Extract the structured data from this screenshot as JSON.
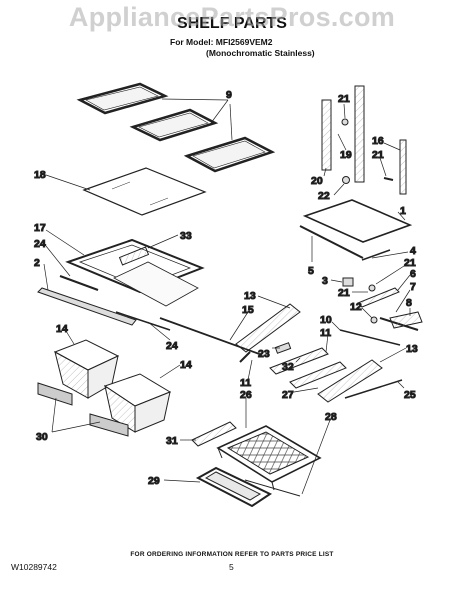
{
  "watermark": "AppliancePartsPros.com",
  "header": {
    "title": "SHELF PARTS",
    "model_line": "For Model: MFI2569VEM2",
    "model_subline": "(Monochromatic Stainless)"
  },
  "callouts": [
    {
      "id": "9",
      "label": "9"
    },
    {
      "id": "21a",
      "label": "21"
    },
    {
      "id": "18",
      "label": "18"
    },
    {
      "id": "19",
      "label": "19"
    },
    {
      "id": "16",
      "label": "16"
    },
    {
      "id": "21b",
      "label": "21"
    },
    {
      "id": "20",
      "label": "20"
    },
    {
      "id": "22",
      "label": "22"
    },
    {
      "id": "1",
      "label": "1"
    },
    {
      "id": "17",
      "label": "17"
    },
    {
      "id": "33",
      "label": "33"
    },
    {
      "id": "24a",
      "label": "24"
    },
    {
      "id": "4",
      "label": "4"
    },
    {
      "id": "2",
      "label": "2"
    },
    {
      "id": "21c",
      "label": "21"
    },
    {
      "id": "5",
      "label": "5"
    },
    {
      "id": "6",
      "label": "6"
    },
    {
      "id": "3",
      "label": "3"
    },
    {
      "id": "21d",
      "label": "21"
    },
    {
      "id": "7",
      "label": "7"
    },
    {
      "id": "13a",
      "label": "13"
    },
    {
      "id": "12",
      "label": "12"
    },
    {
      "id": "8",
      "label": "8"
    },
    {
      "id": "15",
      "label": "15"
    },
    {
      "id": "10",
      "label": "10"
    },
    {
      "id": "14a",
      "label": "14"
    },
    {
      "id": "24b",
      "label": "24"
    },
    {
      "id": "11a",
      "label": "11"
    },
    {
      "id": "13b",
      "label": "13"
    },
    {
      "id": "23",
      "label": "23"
    },
    {
      "id": "32",
      "label": "32"
    },
    {
      "id": "14b",
      "label": "14"
    },
    {
      "id": "11b",
      "label": "11"
    },
    {
      "id": "27",
      "label": "27"
    },
    {
      "id": "26",
      "label": "26"
    },
    {
      "id": "25",
      "label": "25"
    },
    {
      "id": "30",
      "label": "30"
    },
    {
      "id": "31",
      "label": "31"
    },
    {
      "id": "29",
      "label": "29"
    },
    {
      "id": "28",
      "label": "28"
    }
  ],
  "footer": {
    "note": "FOR ORDERING INFORMATION REFER TO PARTS PRICE LIST",
    "doc_number": "W10289742",
    "page_number": "5"
  }
}
